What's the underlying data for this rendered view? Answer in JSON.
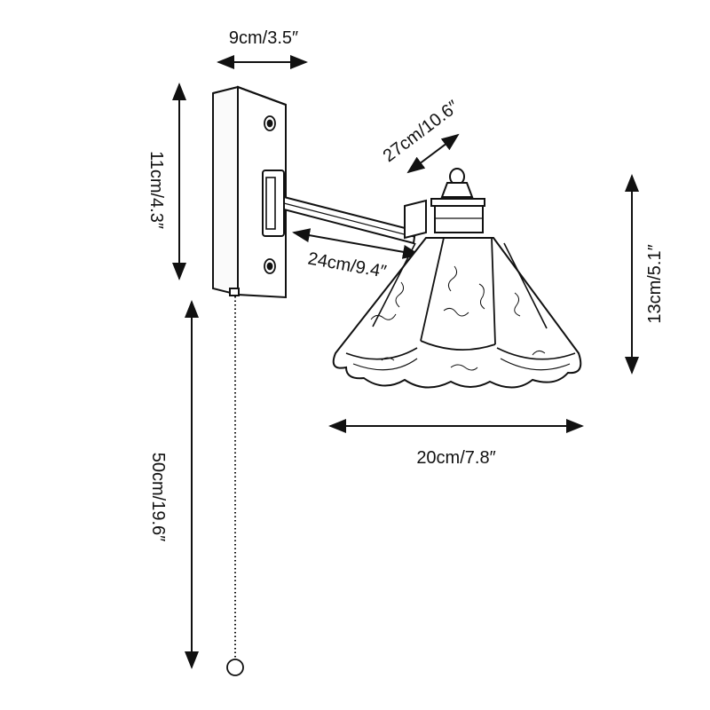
{
  "dimensions": {
    "backplate_width": "9cm/3.5″",
    "backplate_height": "11cm/4.3″",
    "arm_swing": "27cm/10.6″",
    "arm_length": "24cm/9.4″",
    "shade_height": "13cm/5.1″",
    "shade_width": "20cm/7.8″",
    "chain_length": "50cm/19.6″"
  },
  "colors": {
    "line": "#111111",
    "background": "#ffffff"
  }
}
